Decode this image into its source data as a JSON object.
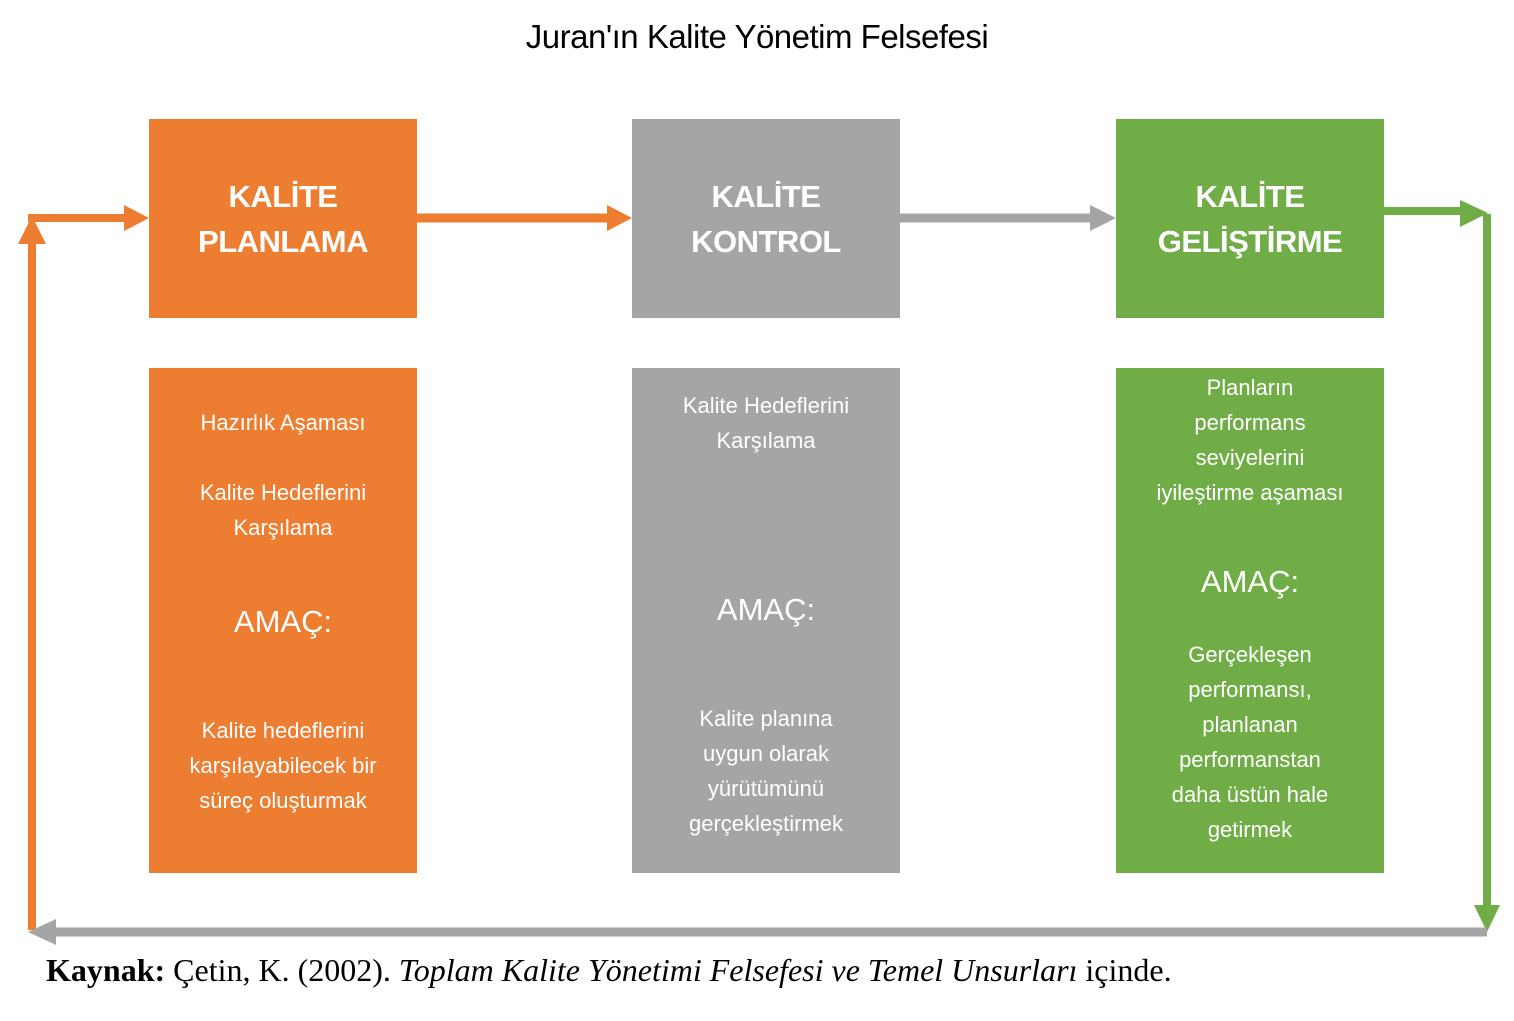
{
  "title": "Juran'ın Kalite Yönetim Felsefesi",
  "colors": {
    "planning": "#ed7d31",
    "control": "#a5a5a5",
    "improvement": "#70ad47"
  },
  "stages": [
    {
      "heading": "KALİTE\nPLANLAMA",
      "desc1": "Hazırlık Aşaması",
      "desc2": "Kalite Hedeflerini\nKarşılama",
      "amac_label": "AMAÇ:",
      "amac_text": "Kalite hedeflerini\nkarşılayabilecek bir\nsüreç oluşturmak"
    },
    {
      "heading": "KALİTE\nKONTROL",
      "desc1": "Kalite Hedeflerini\nKarşılama",
      "amac_label": "AMAÇ:",
      "amac_text": "Kalite planına\nuygun olarak\nyürütümünü\ngerçekleştirmek"
    },
    {
      "heading": "KALİTE\nGELİŞTİRME",
      "desc1": "Planların\nperformans\nseviyelerini\niyileştirme aşaması",
      "amac_label": "AMAÇ:",
      "amac_text": "Gerçekleşen\nperformansı,\nplanlanan\nperformanstan\ndaha üstün hale\ngetirmek"
    }
  ],
  "caption": {
    "label": "Kaynak:",
    "author": "Çetin, K. (2002).",
    "book": "Toplam Kalite Yönetimi Felsefesi ve Temel Unsurları",
    "suffix": "içinde."
  }
}
